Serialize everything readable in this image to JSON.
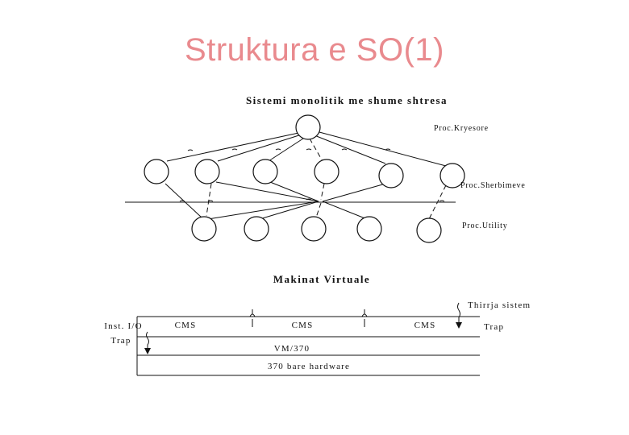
{
  "title": "Struktura e SO(1)",
  "monolithic": {
    "heading": "Sistemi monolitik me shume shtresa",
    "labels": {
      "kryesore": "Proc.Kryesore",
      "sherbimeve": "Proc.Sherbimeve",
      "utility": "Proc.Utility"
    }
  },
  "virtual": {
    "heading": "Makinat Virtuale",
    "cms": [
      "CMS",
      "CMS",
      "CMS"
    ],
    "inst_io": "Inst. I/O",
    "trap_left": "Trap",
    "trap_right": "Trap",
    "thirrja": "Thirrja sistem",
    "vm370": "VM/370",
    "hardware": "370 bare hardware"
  }
}
